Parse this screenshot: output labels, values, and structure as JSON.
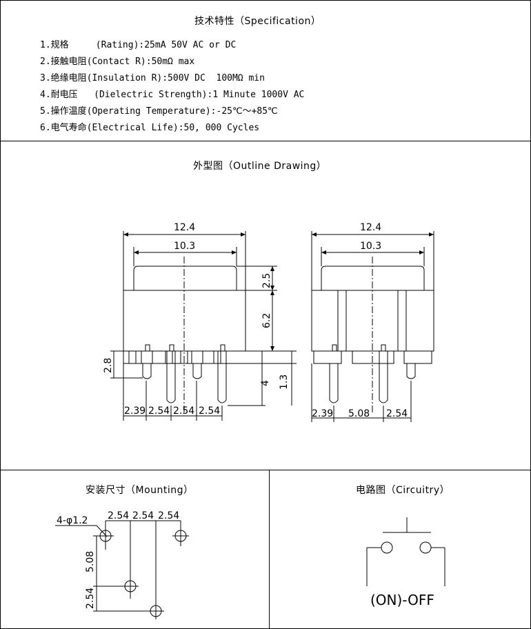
{
  "specification": {
    "title": "技术特性（Specification）",
    "items": [
      "1.规格     (Rating):25mA 50V AC or DC",
      "2.接触电阻(Contact R):50mΩ max",
      "3.绝缘电阻(Insulation R):500V DC  100MΩ min",
      "4.耐电压   (Dielectric Strength):1 Minute 1000V AC",
      "5.操作温度(Operating Temperature):-25℃～+85℃",
      "6.电气寿命(Electrical Life):50, 000 Cycles"
    ]
  },
  "outline": {
    "title": "外型图（Outline Drawing）",
    "left_view": {
      "width_overall": "12.4",
      "width_button": "10.3",
      "height_button": "2.5",
      "height_body": "6.2",
      "pin_standoff": "2.8",
      "pin_length": "4",
      "pin_tip": "1.3",
      "pitch": [
        "2.39",
        "2.54",
        "2.54",
        "2.54"
      ]
    },
    "right_view": {
      "width_overall": "12.4",
      "width_button": "10.3",
      "pitch": [
        "2.39",
        "5.08",
        "2.54"
      ]
    }
  },
  "mounting": {
    "title": "安装尺寸（Mounting）",
    "hole_label": "4-φ1.2",
    "pitch_x": [
      "2.54",
      "2.54",
      "2.54"
    ],
    "pitch_y": [
      "5.08",
      "2.54"
    ]
  },
  "circuitry": {
    "title": "电路图（Circuitry）",
    "label": "(ON)-OFF"
  }
}
